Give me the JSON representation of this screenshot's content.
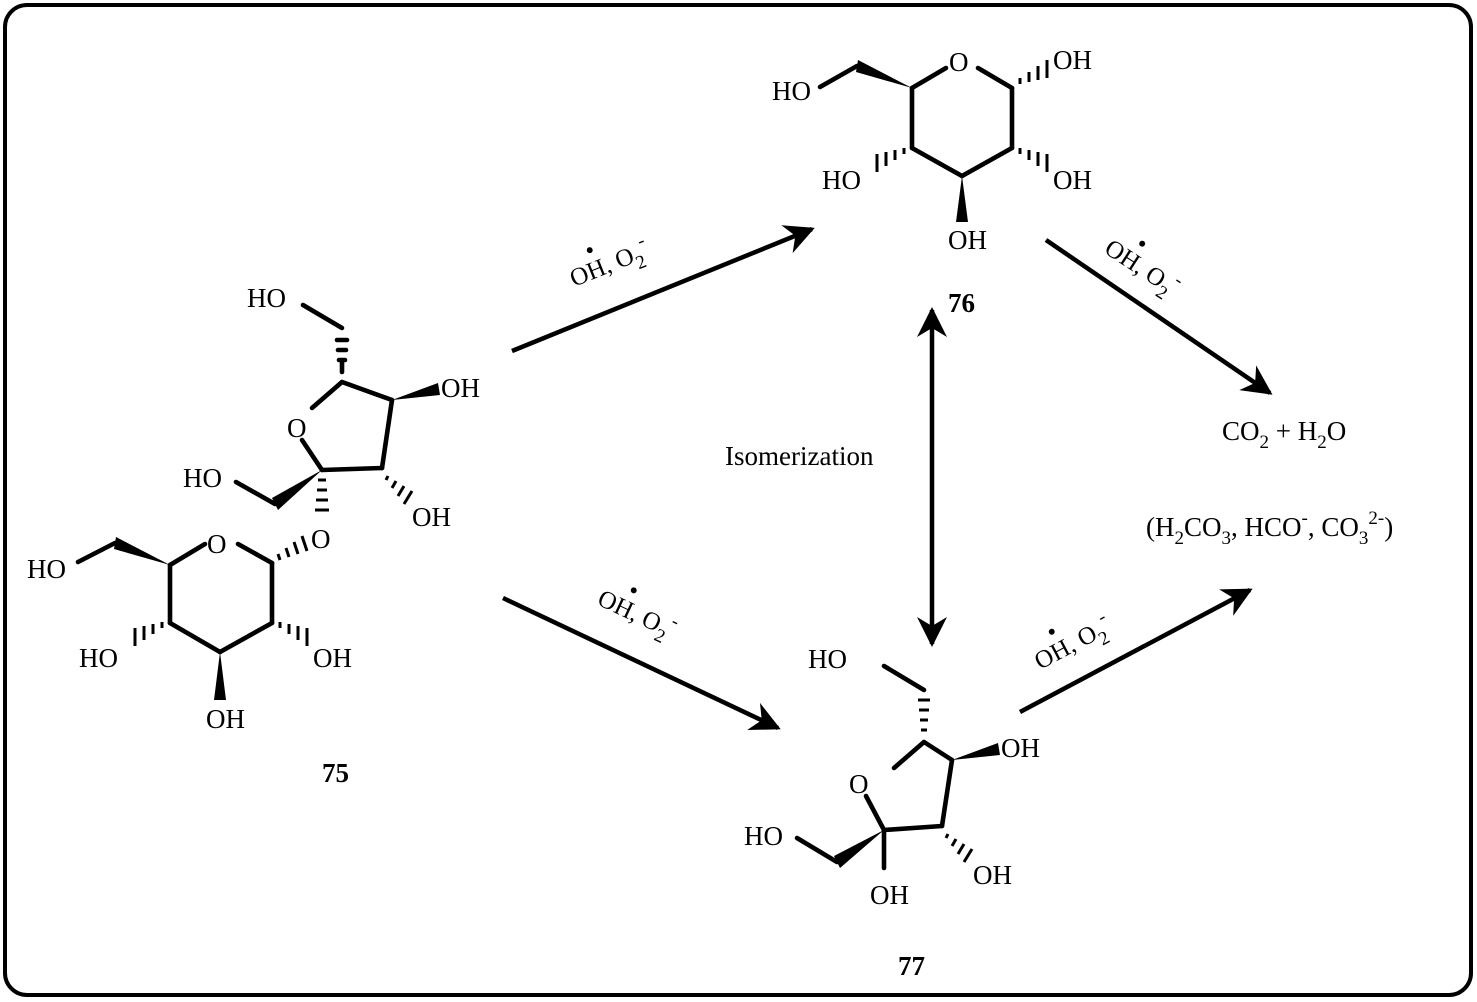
{
  "atoms": {
    "oh": "OH",
    "ho": "HO",
    "o": "O"
  },
  "compounds": {
    "sucrose": "75",
    "glucose": "76",
    "fructose": "77"
  },
  "conditions": {
    "reagent_oh": "OH",
    "radical_dot": "•",
    "separator": ", O",
    "o2_sub": "2",
    "o2_sup": "-"
  },
  "process": {
    "isomerization": "Isomerization"
  },
  "products": {
    "co2_c": "CO",
    "co2_sub": "2",
    "plus_h": " + H",
    "h2o_sub": "2",
    "h2o_o": "O",
    "paren_open": "(H",
    "h2co3_sub1": "2",
    "h2co3_co": "CO",
    "h2co3_sub2": "3",
    "hco_text": ", HCO",
    "hco_sup": "-",
    "co3_text": ", CO",
    "co3_sub": "3",
    "co3_sup": "2-",
    "paren_close": ")"
  },
  "colors": {
    "ink": "#000000",
    "background": "#ffffff"
  }
}
